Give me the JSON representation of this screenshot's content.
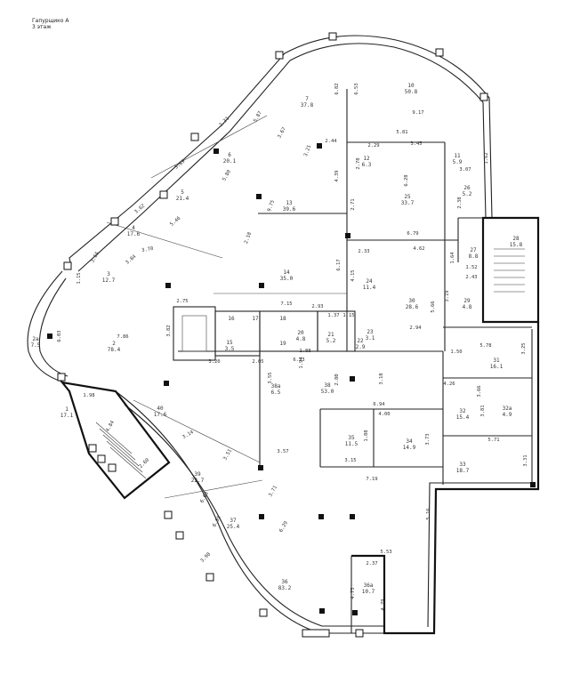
{
  "header": {
    "line1": "Гапурщико А",
    "line2": "3 этаж"
  },
  "rooms": [
    {
      "id": "1",
      "area": "17.1"
    },
    {
      "id": "2",
      "area": "78.4"
    },
    {
      "id": "2а",
      "area": "7.5"
    },
    {
      "id": "3",
      "area": "12.7"
    },
    {
      "id": "4",
      "area": "17.6"
    },
    {
      "id": "5",
      "area": "21.4"
    },
    {
      "id": "6",
      "area": "20.1"
    },
    {
      "id": "7",
      "area": "37.8"
    },
    {
      "id": "10",
      "area": "50.8"
    },
    {
      "id": "11",
      "area": "5.9"
    },
    {
      "id": "12",
      "area": "6.3"
    },
    {
      "id": "13",
      "area": "39.6"
    },
    {
      "id": "14",
      "area": "35.0"
    },
    {
      "id": "15",
      "area": "3.5"
    },
    {
      "id": "17",
      "area": ""
    },
    {
      "id": "18",
      "area": ""
    },
    {
      "id": "19",
      "area": ""
    },
    {
      "id": "20",
      "area": "4.8"
    },
    {
      "id": "21",
      "area": "5.2"
    },
    {
      "id": "22",
      "area": "2.9"
    },
    {
      "id": "23",
      "area": "3.1"
    },
    {
      "id": "24",
      "area": "11.4"
    },
    {
      "id": "25",
      "area": "33.7"
    },
    {
      "id": "26",
      "area": "5.2"
    },
    {
      "id": "27",
      "area": "8.8"
    },
    {
      "id": "28",
      "area": "15.8"
    },
    {
      "id": "29",
      "area": "4.8"
    },
    {
      "id": "30",
      "area": "28.6"
    },
    {
      "id": "31",
      "area": "16.1"
    },
    {
      "id": "32",
      "area": "15.4"
    },
    {
      "id": "32а",
      "area": "4.9"
    },
    {
      "id": "33",
      "area": "18.7"
    },
    {
      "id": "34",
      "area": "14.9"
    },
    {
      "id": "35",
      "area": "11.5"
    },
    {
      "id": "36",
      "area": "83.2"
    },
    {
      "id": "36а",
      "area": "10.7"
    },
    {
      "id": "37",
      "area": "25.4"
    },
    {
      "id": "38",
      "area": "53.0"
    },
    {
      "id": "38а",
      "area": "6.5"
    },
    {
      "id": "39",
      "area": "22.7"
    },
    {
      "id": "40",
      "area": "17.6"
    },
    {
      "id": "16",
      "area": ""
    }
  ],
  "dimensions": [
    "6.82",
    "6.53",
    "9.17",
    "5.81",
    "2.29",
    "3.45",
    "3.07",
    "1.62",
    "2.44",
    "3.21",
    "3.67",
    "5.87",
    "3.31",
    "5.80",
    "3.89",
    "3.62",
    "5.46",
    "3.70",
    "3.84",
    "3.65",
    "1.15",
    "6.03",
    "7.86",
    "2.75",
    "3.82",
    "7.15",
    "3.20",
    "2.05",
    "1.94",
    "1.88",
    "6.23",
    "2.93",
    "1.37",
    "1.15",
    "2.94",
    "5.66",
    "3.19",
    "2.43",
    "1.52",
    "1.64",
    "4.62",
    "6.79",
    "2.33",
    "4.15",
    "6.17",
    "2.78",
    "4.39",
    "2.71",
    "6.28",
    "2.38",
    "9.75",
    "2.18",
    "5.78",
    "1.50",
    "3.25",
    "4.26",
    "3.66",
    "3.81",
    "5.71",
    "3.31",
    "6.94",
    "4.00",
    "3.18",
    "3.15",
    "1.88",
    "3.73",
    "7.19",
    "3.57",
    "3.71",
    "3.14",
    "3.51",
    "4.84",
    "2.60",
    "1.98",
    "6.60",
    "6.95",
    "6.29",
    "3.98",
    "5.16",
    "5.53",
    "2.37",
    "4.73",
    "4.79",
    "2.80",
    "3.55"
  ]
}
